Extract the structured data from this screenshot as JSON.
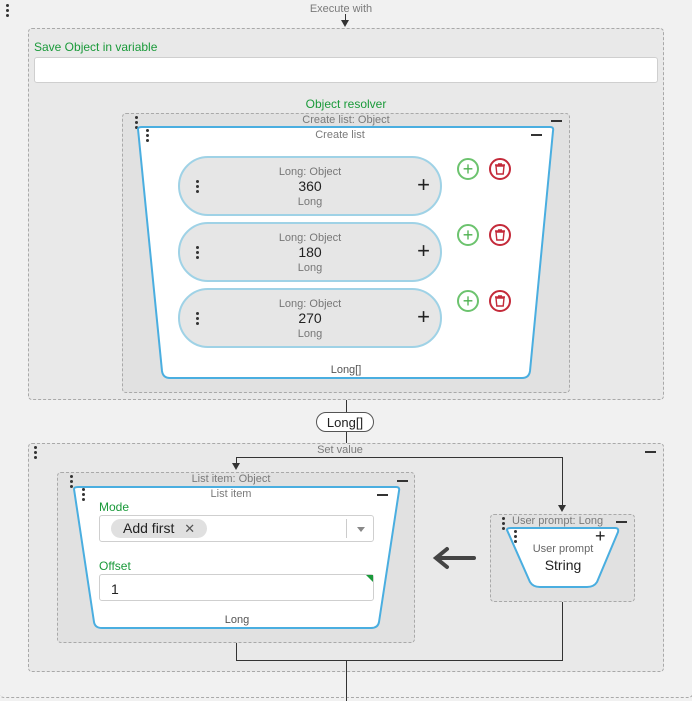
{
  "execute_with": {
    "label": "Execute with"
  },
  "save_object": {
    "label": "Save Object in variable",
    "value": ""
  },
  "object_resolver": {
    "label": "Object resolver"
  },
  "create_list_outer": {
    "caption": "Create list: Object"
  },
  "create_list": {
    "title": "Create list",
    "output_type": "Long[]",
    "items": [
      {
        "type_label": "Long: Object",
        "value": "360",
        "sub_label": "Long"
      },
      {
        "type_label": "Long: Object",
        "value": "180",
        "sub_label": "Long"
      },
      {
        "type_label": "Long: Object",
        "value": "270",
        "sub_label": "Long"
      }
    ]
  },
  "connector": {
    "badge": "Long[]"
  },
  "set_value": {
    "label": "Set value"
  },
  "list_item_outer": {
    "caption": "List item: Object"
  },
  "list_item": {
    "title": "List item",
    "mode_label": "Mode",
    "mode_value": "Add first",
    "offset_label": "Offset",
    "offset_value": "1",
    "output_type": "Long"
  },
  "user_prompt_outer": {
    "caption": "User prompt: Long"
  },
  "user_prompt": {
    "title": "User prompt",
    "type": "String"
  },
  "colors": {
    "accent": "#4aaee0",
    "green": "#1a9a3a",
    "delete": "#c42a3a",
    "add": "#4db04f"
  }
}
